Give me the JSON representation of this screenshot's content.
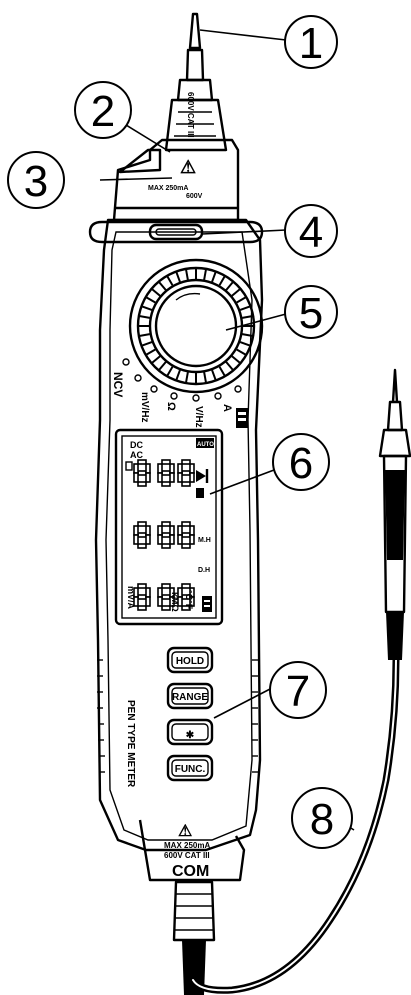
{
  "probe_rating": "600V CAT III",
  "warning_symbol": "⚠",
  "top_rating_line1": "MAX 250mA",
  "top_rating_line2": "600V",
  "knob_labels": {
    "ncv": "NCV",
    "mv_hz": "mV/Hz",
    "ohm": "Ω",
    "v_hz": "V/Hz",
    "a": "A"
  },
  "lcd": {
    "auto": "AUTO",
    "dc": "DC",
    "ac": "AC",
    "m_h": "M.H",
    "d_h": "D.H",
    "units": "mV/A",
    "kmo": "kMΩ",
    "temp": "°C°F"
  },
  "buttons": {
    "hold": "HOLD",
    "range": "RANGE",
    "light": "✱",
    "func": "FUNC."
  },
  "body_text": "PEN TYPE METER",
  "com_rating_line1": "MAX 250mA",
  "com_rating_line2": "600V CAT III",
  "com_label": "COM",
  "callouts": [
    "1",
    "2",
    "3",
    "4",
    "5",
    "6",
    "7",
    "8"
  ]
}
